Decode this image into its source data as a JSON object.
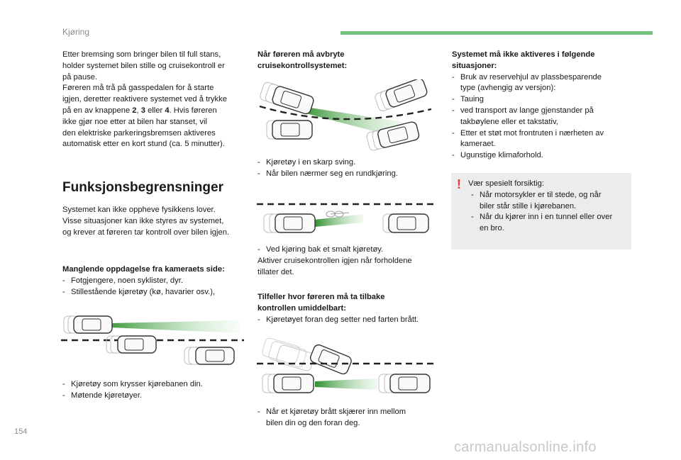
{
  "header": {
    "section": "Kjøring"
  },
  "page_number": "154",
  "watermark": "carmanualsonline.info",
  "col1": {
    "intro_lines": [
      "Etter bremsing som bringer bilen til full stans,",
      "holder systemet bilen stille og cruisekontroll er",
      "på pause.",
      "Føreren må trå på gasspedalen for å starte",
      "igjen, deretter reaktivere systemet ved å trykke"
    ],
    "intro_line6_pre": "på en av knappene ",
    "intro_line6_b1": "2",
    "intro_line6_mid1": ", ",
    "intro_line6_b2": "3",
    "intro_line6_mid2": " eller ",
    "intro_line6_b3": "4",
    "intro_line6_post": ". Hvis føreren",
    "intro_tail": [
      "ikke gjør noe etter at bilen har stanset, vil",
      "den elektriske parkeringsbremsen aktiveres",
      "automatisk etter en kort stund (ca. 5 minutter)."
    ],
    "heading": "Funksjonsbegrensninger",
    "limits_lines": [
      "Systemet kan ikke oppheve fysikkens lover.",
      "Visse situasjoner kan ikke styres av systemet,",
      "og krever at føreren tar kontroll over bilen igjen."
    ],
    "missing_title": "Manglende oppdagelse fra kameraets side:",
    "missing_items": [
      "Fotgjengere, noen syklister, dyr.",
      "Stillestående kjøretøy (kø, havarier osv.),"
    ],
    "missing_items2": [
      "Kjøretøy som krysser kjørebanen din.",
      "Møtende kjøretøyer."
    ]
  },
  "col2": {
    "abort_title_lines": [
      "Når føreren må avbryte",
      "cruisekontrollsystemet:"
    ],
    "abort_items": [
      "Kjøretøy i en skarp sving.",
      "Når bilen nærmer seg en rundkjøring."
    ],
    "narrow_item": "Ved kjøring bak et smalt kjøretøy.",
    "narrow_note_lines": [
      "Aktiver cruisekontrollen igjen når forholdene",
      "tillater det."
    ],
    "takeover_title_lines": [
      "Tilfeller hvor føreren må ta tilbake",
      "kontrollen umiddelbart:"
    ],
    "takeover_items": [
      "Kjøretøyet foran deg setter ned farten brått."
    ],
    "cutin_item_lines": [
      "Når et kjøretøy brått skjærer inn mellom",
      "bilen din og den foran deg."
    ]
  },
  "col3": {
    "notact_title_lines": [
      "Systemet må ikke aktiveres i følgende",
      "situasjoner:"
    ],
    "notact_items": [
      [
        "Bruk av reservehjul av plassbesparende",
        "type (avhengig av versjon):"
      ],
      [
        "Tauing"
      ],
      [
        "ved transport av lange gjenstander på",
        "takbøylene eller et takstativ,"
      ],
      [
        "Etter et støt mot frontruten i nærheten av",
        "kameraet."
      ],
      [
        "Ugunstige klimaforhold."
      ]
    ],
    "warning": {
      "icon": "!",
      "lead": "Vær spesielt forsiktig:",
      "items": [
        [
          "Når motorsykler er til stede, og når",
          "biler står stille i kjørebanen."
        ],
        [
          "Når du kjører inn i en tunnel eller over",
          "en bro."
        ]
      ]
    }
  },
  "colors": {
    "accent_green": "#6fc27a",
    "warning_red": "#e53935",
    "box_grey": "#ececec"
  }
}
